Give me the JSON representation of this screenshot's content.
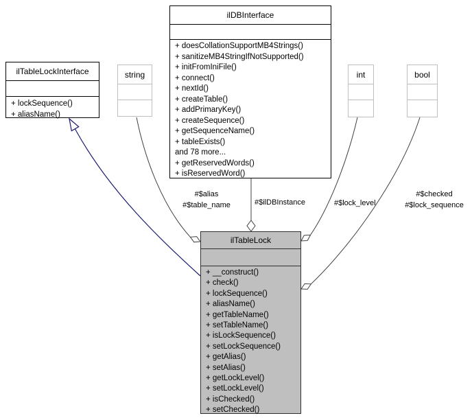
{
  "classes": {
    "ilTableLockInterface": {
      "title": "ilTableLockInterface",
      "methods": [
        "+ lockSequence()",
        "+ aliasName()"
      ]
    },
    "string_type": {
      "title": "string"
    },
    "ilDBInterface": {
      "title": "ilDBInterface",
      "methods": [
        "+ doesCollationSupportMB4Strings()",
        "+ sanitizeMB4StringIfNotSupported()",
        "+ initFromIniFile()",
        "+ connect()",
        "+ nextId()",
        "+ createTable()",
        "+ addPrimaryKey()",
        "+ createSequence()",
        "+ getSequenceName()",
        "+ tableExists()",
        "and 78 more...",
        "+ getReservedWords()",
        "+ isReservedWord()"
      ]
    },
    "int_type": {
      "title": "int"
    },
    "bool_type": {
      "title": "bool"
    },
    "ilTableLock": {
      "title": "ilTableLock",
      "methods": [
        "+ __construct()",
        "+ check()",
        "+ lockSequence()",
        "+ aliasName()",
        "+ getTableName()",
        "+ setTableName()",
        "+ isLockSequence()",
        "+ setLockSequence()",
        "+ getAlias()",
        "+ setAlias()",
        "+ getLockLevel()",
        "+ setLockLevel()",
        "+ isChecked()",
        "+ setChecked()"
      ]
    }
  },
  "edge_labels": {
    "alias_line1": "#$alias",
    "alias_line2": "#$table_name",
    "ildb_instance": "#$ilDBInstance",
    "lock_level": "#$lock_level",
    "checked_line1": "#$checked",
    "checked_line2": "#$lock_sequence"
  },
  "colors": {
    "node_fill_highlight": "#bfbfbf",
    "edge_aggregation": "#404040",
    "edge_inheritance": "#191970",
    "weak_node_border": "#bebebe"
  }
}
